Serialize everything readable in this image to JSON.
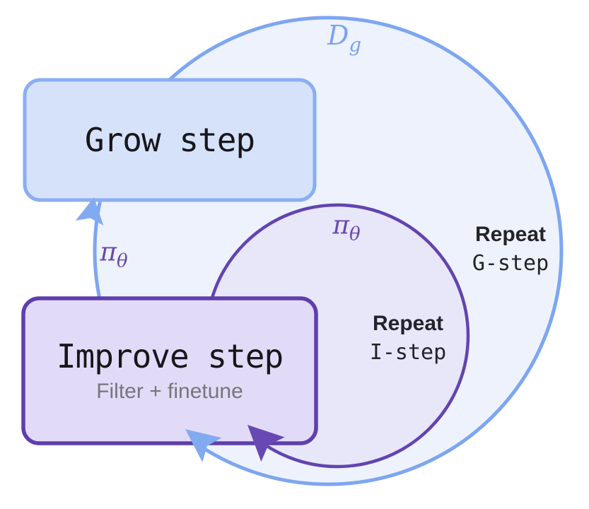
{
  "figure": {
    "description": "Self-training loop diagram with Grow and Improve steps",
    "nodes": {
      "grow": {
        "label": "Grow step"
      },
      "improve": {
        "label": "Improve step",
        "subtitle": "Filter + finetune"
      }
    },
    "labels": {
      "dataset": {
        "main": "D",
        "sub": "g"
      },
      "policy_outer": {
        "main": "π",
        "sub": "θ"
      },
      "policy_inner": {
        "main": "π",
        "sub": "θ"
      },
      "repeat_g": {
        "line1": "Repeat",
        "line2": "G-step"
      },
      "repeat_i": {
        "line1": "Repeat",
        "line2": "I-step"
      }
    },
    "colors": {
      "background": "#FFFFFF",
      "outer_fill": "#EDF2FC",
      "outer_stroke": "#7EA6F0",
      "inner_fill": "#E8E6F9",
      "inner_stroke": "#6244AF",
      "grow_fill": "#D5E2F9",
      "grow_stroke": "#8AAEF1",
      "improve_fill": "#E2DBF7",
      "improve_stroke": "#5F3FAC",
      "arrow_blue": "#82AAF1",
      "arrow_purple": "#6849B4",
      "heading_text": "#17171B",
      "subtitle_text": "#76767C",
      "repeat_text": "#232329",
      "dataset_label": "#7AA3EF",
      "policy_label": "#6747AF"
    }
  }
}
